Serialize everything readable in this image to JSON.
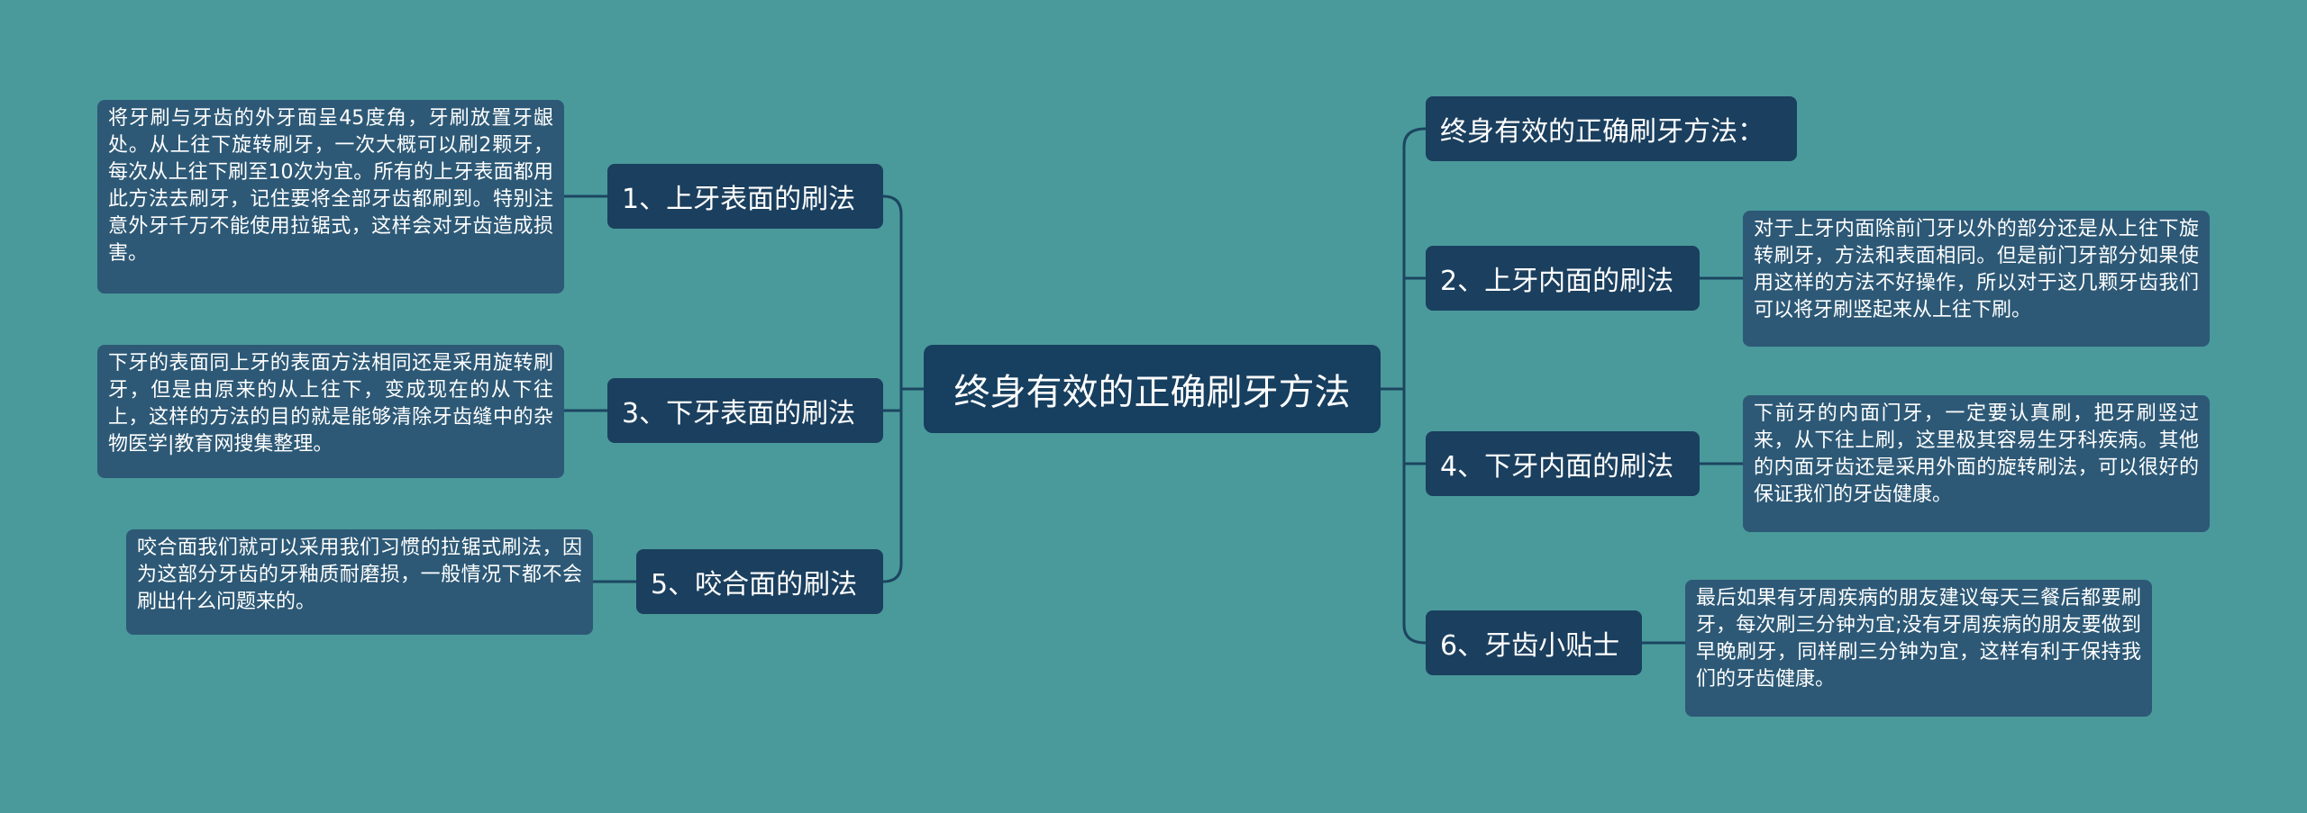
{
  "root": {
    "label": "终身有效的正确刷牙方法"
  },
  "left_branches": [
    {
      "label": "1、上牙表面的刷法",
      "note": "将牙刷与牙齿的外牙面呈45度角，牙刷放置牙龈处。从上往下旋转刷牙，一次大概可以刷2颗牙，每次从上往下刷至10次为宜。所有的上牙表面都用此方法去刷牙，记住要将全部牙齿都刷到。特别注意外牙千万不能使用拉锯式，这样会对牙齿造成损害。"
    },
    {
      "label": "3、下牙表面的刷法",
      "note": "下牙的表面同上牙的表面方法相同还是采用旋转刷牙，但是由原来的从上往下，变成现在的从下往上，这样的方法的目的就是能够清除牙齿缝中的杂物医学|教育网搜集整理。"
    },
    {
      "label": "5、咬合面的刷法",
      "note": "咬合面我们就可以采用我们习惯的拉锯式刷法，因为这部分牙齿的牙釉质耐磨损，一般情况下都不会刷出什么问题来的。"
    }
  ],
  "right_branches": [
    {
      "label": "终身有效的正确刷牙方法："
    },
    {
      "label": "2、上牙内面的刷法",
      "note": "对于上牙内面除前门牙以外的部分还是从上往下旋转刷牙，方法和表面相同。但是前门牙部分如果使用这样的方法不好操作，所以对于这几颗牙齿我们可以将牙刷竖起来从上往下刷。"
    },
    {
      "label": "4、下牙内面的刷法",
      "note": "下前牙的内面门牙，一定要认真刷，把牙刷竖过来，从下往上刷，这里极其容易生牙科疾病。其他的内面牙齿还是采用外面的旋转刷法，可以很好的保证我们的牙齿健康。"
    },
    {
      "label": "6、牙齿小贴士",
      "note": "最后如果有牙周疾病的朋友建议每天三餐后都要刷牙，每次刷三分钟为宜;没有牙周疾病的朋友要做到早晚刷牙，同样刷三分钟为宜，这样有利于保持我们的牙齿健康。"
    }
  ],
  "colors": {
    "background": "#4a9a9b",
    "root_fill": "#173f5f",
    "branch_fill": "#1b3f5e",
    "note_fill": "#2d5976",
    "connector": "#1c4560",
    "text": "#ffffff"
  }
}
